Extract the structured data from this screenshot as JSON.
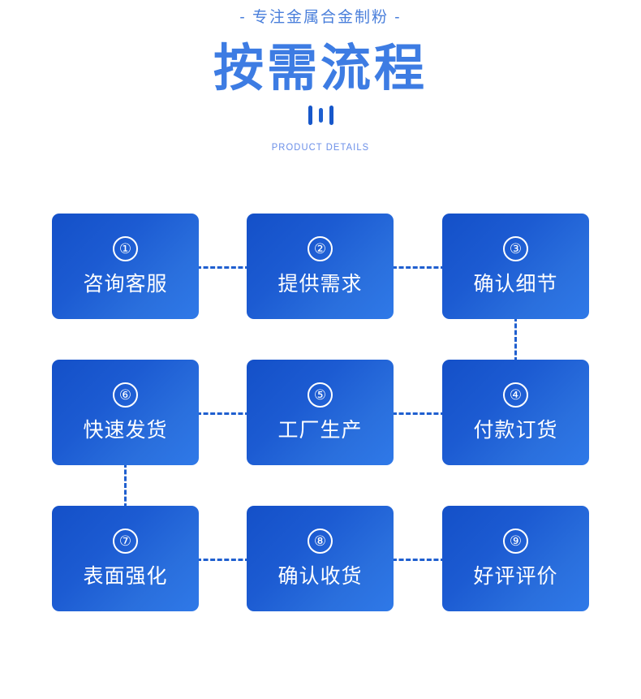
{
  "header": {
    "subtitle": "- 专注金属合金制粉 -",
    "title": "按需流程",
    "eyebrow": "PRODUCT DETAILS",
    "divider_bars": 3
  },
  "colors": {
    "title": "#3d7ce3",
    "subtitle": "#4a7fdb",
    "eyebrow": "#6b8fe8",
    "bar": "#1757ca",
    "box_gradient_start": "#1450c8",
    "box_gradient_end": "#2f79e8",
    "connector": "#1f5fcf",
    "box_text": "#ffffff",
    "background": "#ffffff"
  },
  "flow": {
    "steps": [
      {
        "number": "①",
        "label": "咨询客服",
        "row": 1,
        "col": 1
      },
      {
        "number": "②",
        "label": "提供需求",
        "row": 1,
        "col": 2
      },
      {
        "number": "③",
        "label": "确认细节",
        "row": 1,
        "col": 3
      },
      {
        "number": "④",
        "label": "付款订货",
        "row": 2,
        "col": 3
      },
      {
        "number": "⑤",
        "label": "工厂生产",
        "row": 2,
        "col": 2
      },
      {
        "number": "⑥",
        "label": "快速发货",
        "row": 2,
        "col": 1
      },
      {
        "number": "⑦",
        "label": "表面强化",
        "row": 3,
        "col": 1
      },
      {
        "number": "⑧",
        "label": "确认收货",
        "row": 3,
        "col": 2
      },
      {
        "number": "⑨",
        "label": "好评评价",
        "row": 3,
        "col": 3
      }
    ],
    "connectors": [
      {
        "type": "horizontal",
        "from": "①",
        "to": "②"
      },
      {
        "type": "horizontal",
        "from": "②",
        "to": "③"
      },
      {
        "type": "vertical",
        "from": "③",
        "to": "④"
      },
      {
        "type": "horizontal",
        "from": "④",
        "to": "⑤"
      },
      {
        "type": "horizontal",
        "from": "⑤",
        "to": "⑥"
      },
      {
        "type": "vertical",
        "from": "⑥",
        "to": "⑦"
      },
      {
        "type": "horizontal",
        "from": "⑦",
        "to": "⑧"
      },
      {
        "type": "horizontal",
        "from": "⑧",
        "to": "⑨"
      }
    ]
  }
}
